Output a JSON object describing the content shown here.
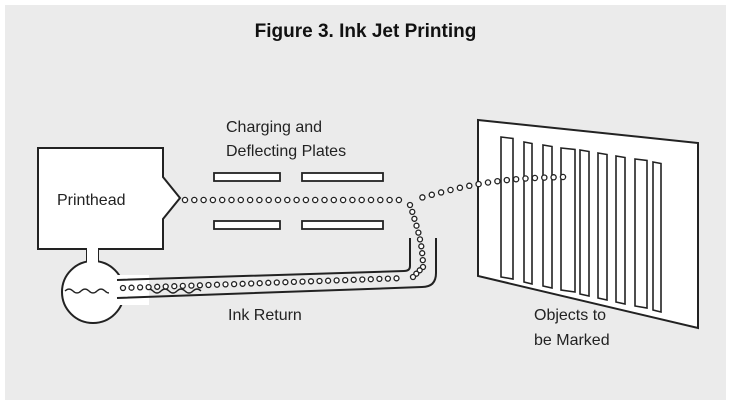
{
  "title": "Figure 3. Ink Jet Printing",
  "labels": {
    "printhead": "Printhead",
    "plates_line1": "Charging and",
    "plates_line2": "Deflecting Plates",
    "ink_return": "Ink Return",
    "objects_line1": "Objects to",
    "objects_line2": "be Marked"
  },
  "colors": {
    "background": "#ebebeb",
    "line": "#222222",
    "fill": "#ffffff"
  }
}
